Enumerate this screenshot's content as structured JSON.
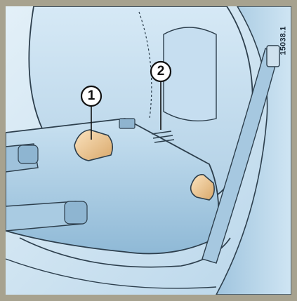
{
  "figure": {
    "reference_code": "15038.1",
    "callouts": [
      {
        "label": "1"
      },
      {
        "label": "2"
      }
    ]
  }
}
